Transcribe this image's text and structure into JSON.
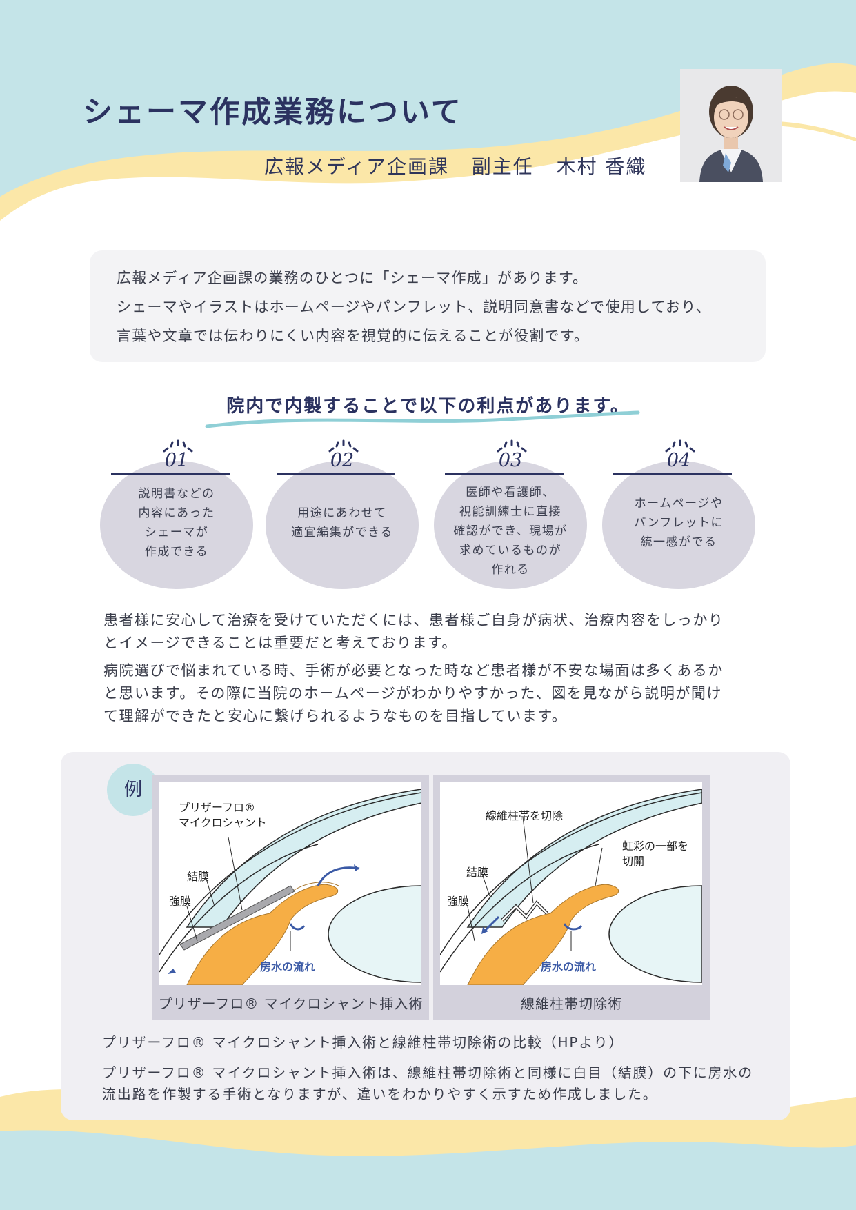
{
  "header": {
    "title": "シェーマ作成業務について",
    "department": "広報メディア企画課",
    "position": "副主任",
    "name": "木村 香織"
  },
  "intro": {
    "lines": [
      "広報メディア企画課の業務のひとつに「シェーマ作成」があります。",
      "シェーマやイラストはホームページやパンフレット、説明同意書などで使用しており、",
      "言葉や文章では伝わりにくい内容を視覚的に伝えることが役割です。"
    ]
  },
  "benefits": {
    "heading": "院内で内製することで以下の利点があります。",
    "items": [
      {
        "number": "01",
        "text": "説明書などの\n内容にあった\nシェーマが\n作成できる"
      },
      {
        "number": "02",
        "text": "用途にあわせて\n適宜編集ができる"
      },
      {
        "number": "03",
        "text": "医師や看護師、\n視能訓練士に直接\n確認ができ、現場が\n求めているものが\n作れる"
      },
      {
        "number": "04",
        "text": "ホームページや\nパンフレットに\n統一感がでる"
      }
    ]
  },
  "body": {
    "para1": "患者様に安心して治療を受けていただくには、患者様ご自身が病状、治療内容をしっかり\nとイメージできることは重要だと考えております。",
    "para2": "病院選びで悩まれている時、手術が必要となった時など患者様が不安な場面は多くあるか\nと思います。その際に当院のホームページがわかりやすかった、図を見ながら説明が聞け\nて理解ができたと安心に繋げられるようなものを目指しています。"
  },
  "example": {
    "badge": "例",
    "figure1": {
      "caption": "プリザーフロ® マイクロシャント挿入術",
      "label_device": "プリザーフロ®\nマイクロシャント",
      "label_conjunctiva": "結膜",
      "label_sclera": "強膜",
      "label_flow": "房水の流れ"
    },
    "figure2": {
      "caption": "線維柱帯切除術",
      "label_excision": "線維柱帯を切除",
      "label_iris": "虹彩の一部を\n切開",
      "label_conjunctiva": "結膜",
      "label_sclera": "強膜",
      "label_flow": "房水の流れ"
    },
    "comparison_title": "プリザーフロ® マイクロシャント挿入術と線維柱帯切除術の比較（HPより）",
    "note": "プリザーフロ® マイクロシャント挿入術は、線維柱帯切除術と同様に白目（結膜）の下に房水の\n流出路を作製する手術となりますが、違いをわかりやすく示すため作成しました。"
  },
  "colors": {
    "navy": "#2b3260",
    "light_blue": "#c4e4e8",
    "yellow": "#fbe7a8",
    "lavender": "#d8d6e0",
    "orange": "#f6ae45",
    "flow_blue": "#3b5aa6"
  }
}
